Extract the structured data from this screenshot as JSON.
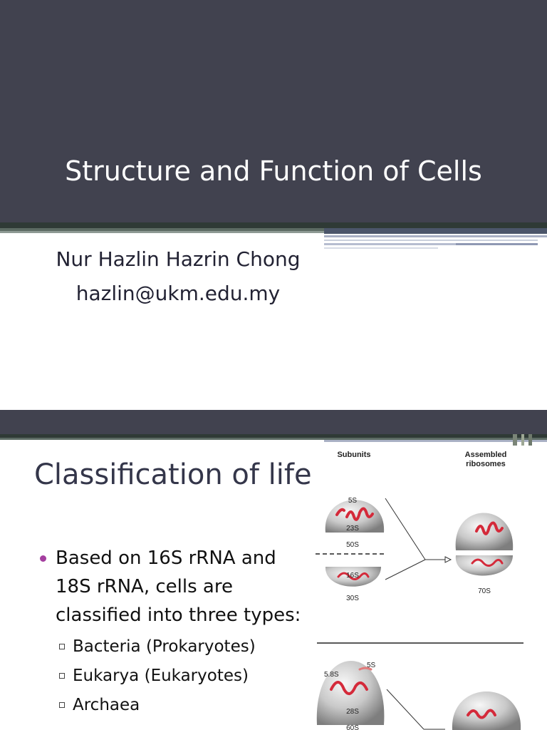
{
  "slide1": {
    "title": "Structure and Function of Cells",
    "author_name": "Nur Hazlin Hazrin Chong",
    "author_email": "hazlin@ukm.edu.my"
  },
  "slide2": {
    "title": "Classification of life",
    "bullet": "Based on 16S rRNA and 18S rRNA, cells are classified into three types:",
    "sub_items": [
      "Bacteria (Prokaryotes)",
      "Eukarya (Eukaryotes)",
      "Archaea"
    ]
  },
  "figure": {
    "header_subunits": "Subunits",
    "header_assembled_line1": "Assembled",
    "header_assembled_line2": "ribosomes",
    "label_5s": "5S",
    "label_23s": "23S",
    "label_50s": "50S",
    "label_16s": "16S",
    "label_30s": "30S",
    "label_70s": "70S",
    "label_58s": "5.8S",
    "label_5s_b": "5S",
    "label_28s": "28S",
    "label_60s": "60S"
  },
  "colors": {
    "band": "#41424f",
    "bullet": "#a43e9f",
    "rna": "#d42a3a"
  }
}
